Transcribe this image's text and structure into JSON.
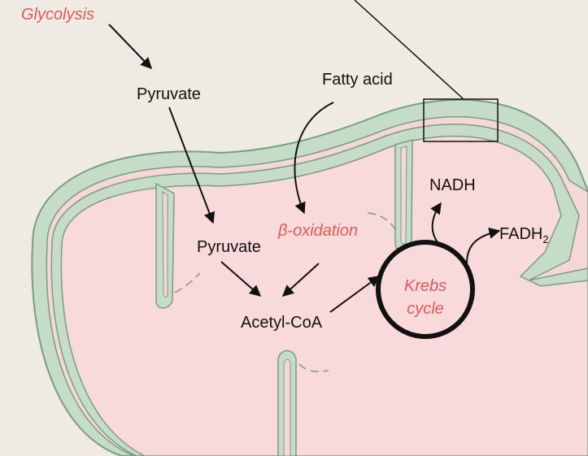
{
  "labels": {
    "glycolysis": "Glycolysis",
    "pyruvate_outer": "Pyruvate",
    "fatty_acid": "Fatty acid",
    "pyruvate_inner": "Pyruvate",
    "beta_oxidation": "β-oxidation",
    "acetyl_coa": "Acetyl-CoA",
    "nadh": "NADH",
    "fadh_base": "FADH",
    "fadh_sub": "2",
    "krebs_line1": "Krebs",
    "krebs_line2": "cycle"
  },
  "colors": {
    "background": "#efebe2",
    "outer_membrane": "#c5dcc6",
    "membrane_outline": "#7c9c82",
    "intermembrane": "#f4d7d6",
    "matrix": "#f7dad9",
    "highlight_text": "#e0585c",
    "arrow": "#111111",
    "krebs_ring": "#111111"
  }
}
